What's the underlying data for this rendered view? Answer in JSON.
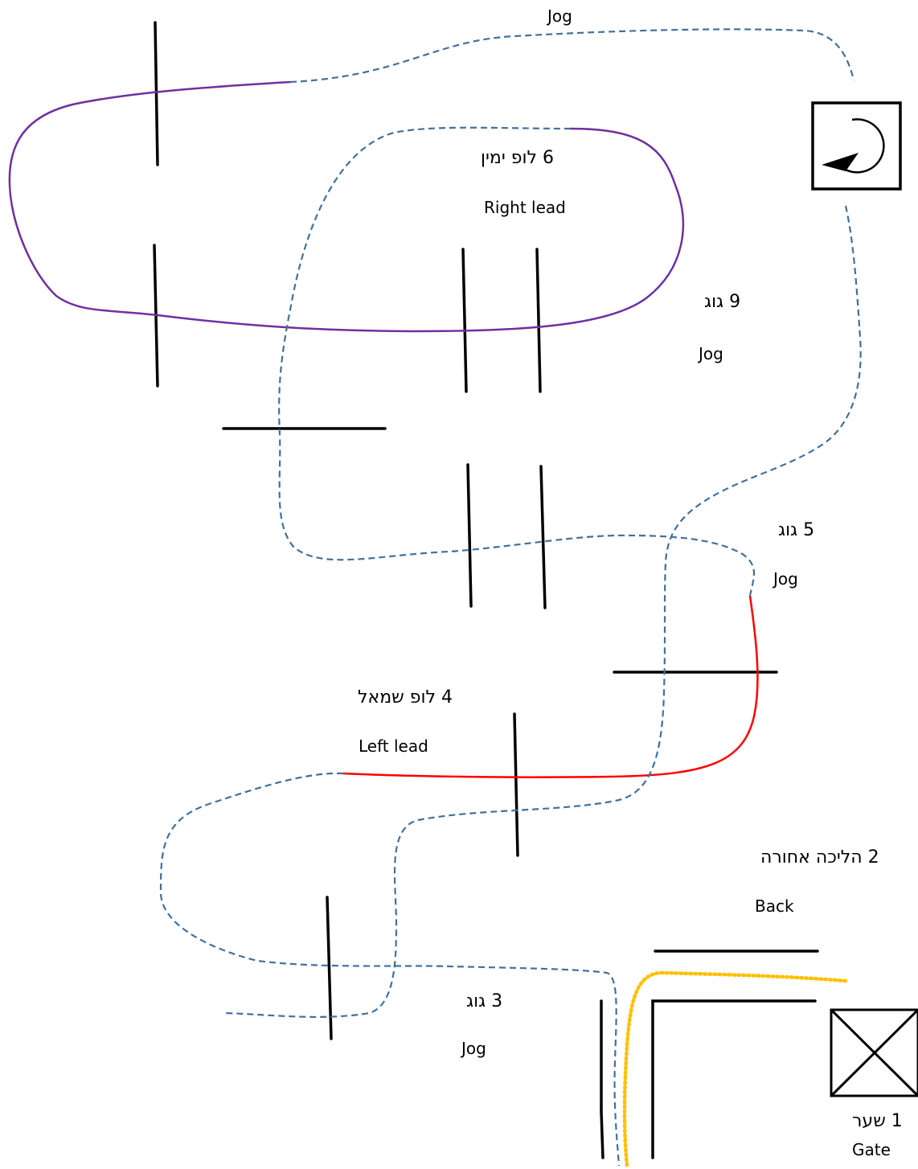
{
  "labels": {
    "jog_top": {
      "en": "Jog"
    },
    "right_lead": {
      "he": "6 לופ ימין",
      "en": "Right lead"
    },
    "jog_9": {
      "he": "9 גוג",
      "en": "Jog"
    },
    "jog_5": {
      "he": "5 גוג",
      "en": "Jog"
    },
    "left_lead": {
      "he": "4 לופ שמאל",
      "en": "Left lead"
    },
    "back": {
      "he": "2 הליכה אחורה",
      "en": "Back"
    },
    "jog_3": {
      "he": "3 גוג",
      "en": "Jog"
    },
    "gate": {
      "he": "1 שער",
      "en": "Gate"
    }
  },
  "path_colors": {
    "jog": "#41719c",
    "right_lead": "#7030a0",
    "left_lead": "#ff0000",
    "back": "#ffc000",
    "obstacle": "#000000"
  },
  "icons": {
    "start_box": "circular-arrow-icon",
    "gate_box": "crossed-box-icon"
  }
}
